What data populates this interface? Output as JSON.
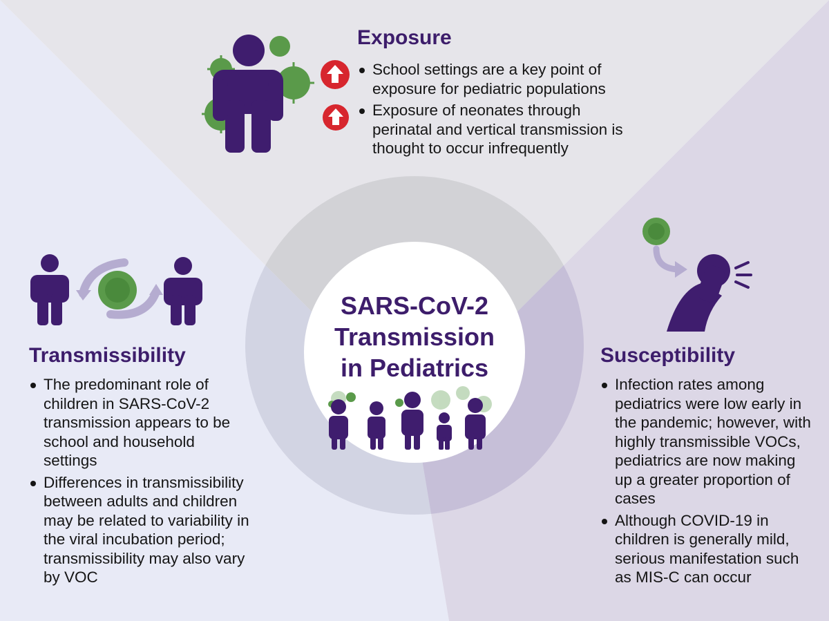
{
  "center": {
    "title_lines": [
      "SARS-CoV-2",
      "Transmission",
      "in Pediatrics"
    ]
  },
  "exposure": {
    "heading": "Exposure",
    "bullets": [
      "School settings are a key point of exposure for pediatric populations",
      "Exposure of neonates through perinatal and vertical transmission is thought to occur infrequently"
    ],
    "bullet_icons": [
      "arrow-up-icon",
      "arrow-up-icon"
    ]
  },
  "transmissibility": {
    "heading": "Transmissibility",
    "bullets": [
      "The predominant role of children in SARS-CoV-2 transmission appears to be school and household settings",
      "Differences in transmissibility between adults and children may be related to variability in the viral incubation period; transmissibility may also vary by VOC"
    ]
  },
  "susceptibility": {
    "heading": "Susceptibility",
    "bullets": [
      "Infection rates among pediatrics were low early in the pandemic; however, with highly transmissible VOCs, pediatrics are now making up a greater proportion of cases",
      "Although COVID-19 in children is generally mild, serious manifestation such as MIS-C can occur"
    ]
  },
  "colors": {
    "heading": "#3d1d6b",
    "figure": "#3f1d6e",
    "virus": "#5a9a4a",
    "alert": "#d7262e",
    "panel_top": "#e6e5ea",
    "panel_left": "#e8eaf6",
    "panel_right": "#dcd7e6"
  }
}
